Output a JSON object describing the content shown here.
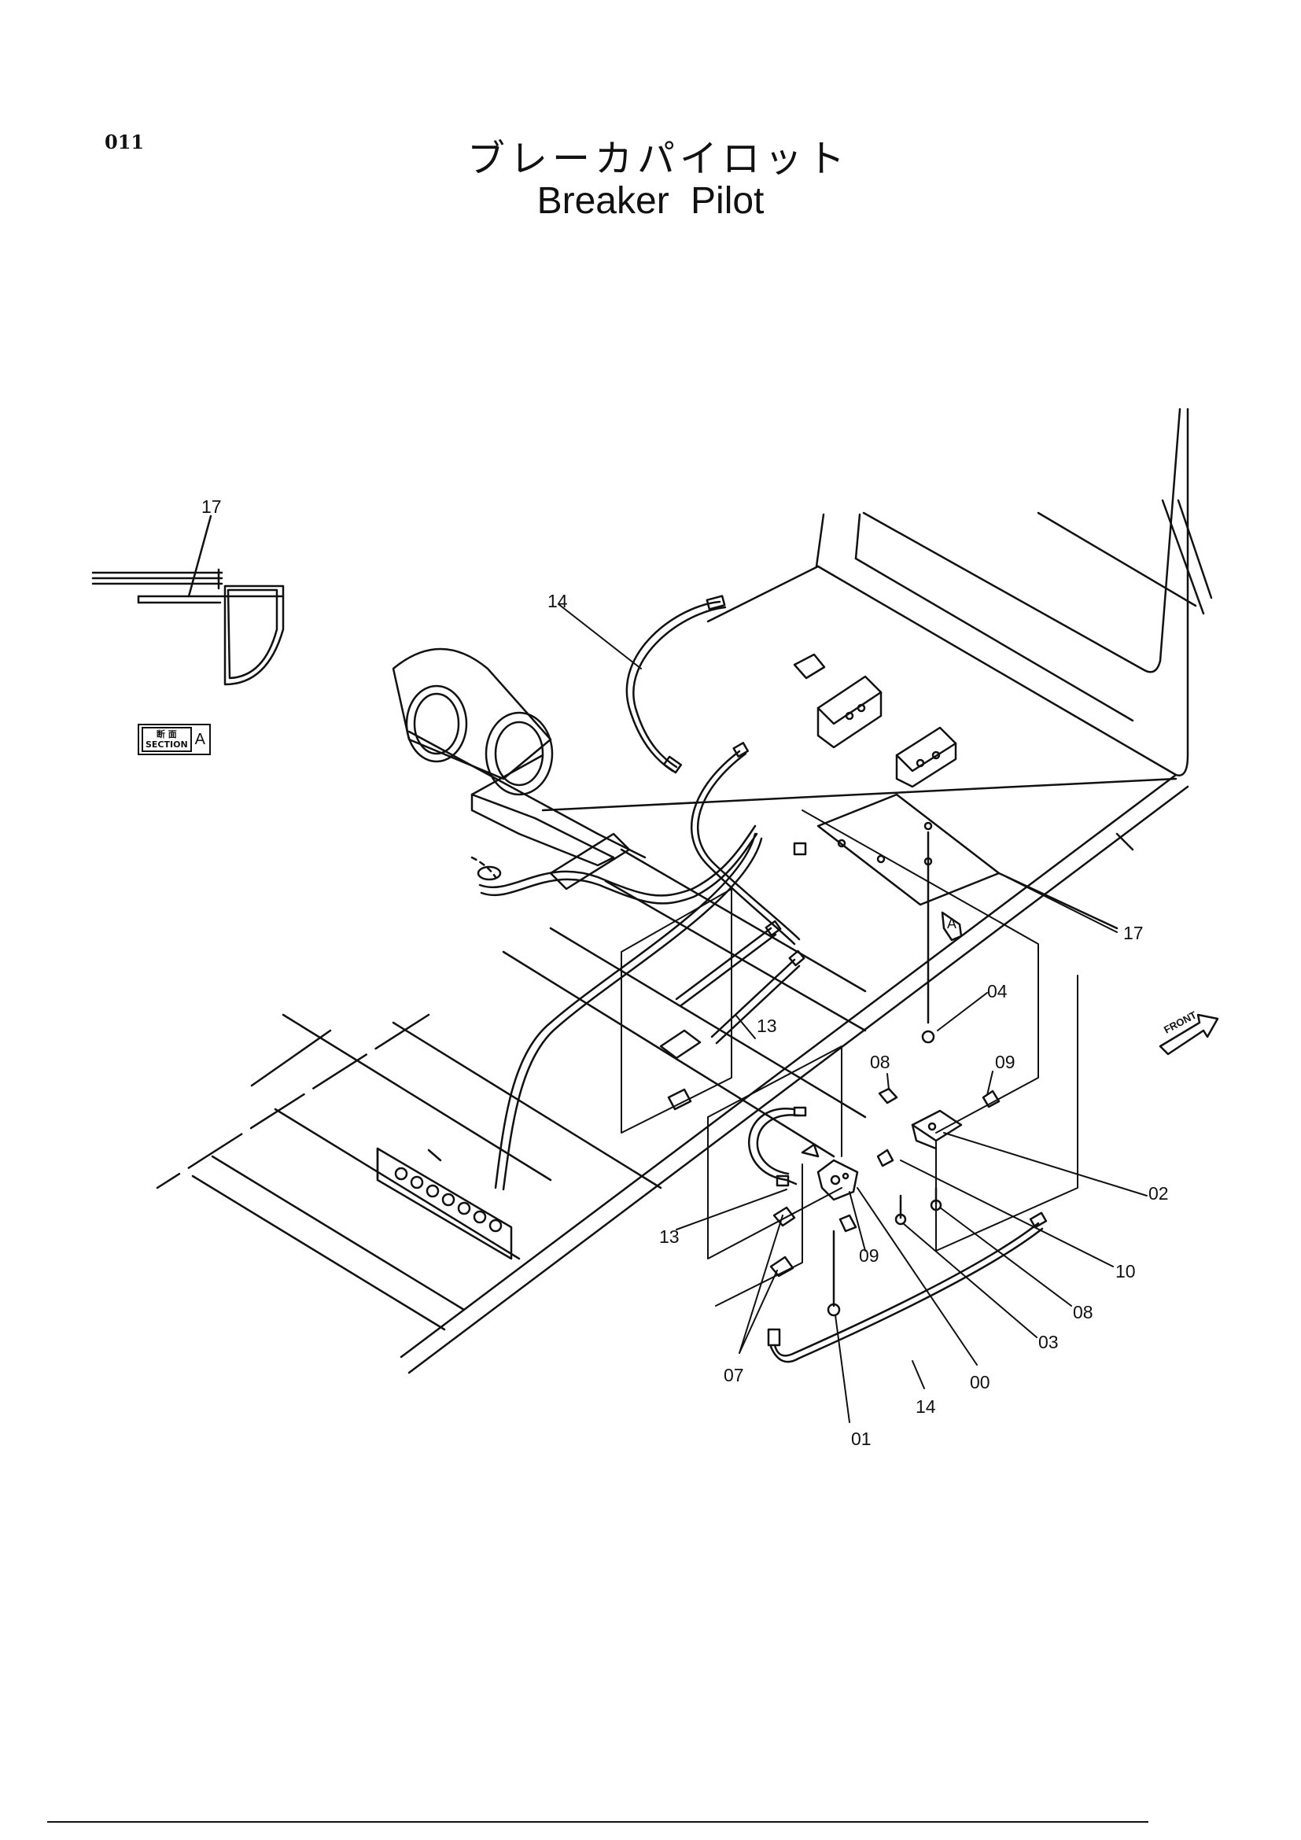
{
  "page_number": "011",
  "title_jp": "ブレーカパイロット",
  "title_en": "Breaker  Pilot",
  "section_badge": {
    "kanji": "断 面",
    "word": "SECTION",
    "letter": "A"
  },
  "view_marker": "A",
  "front_label": "FRONT",
  "callouts": {
    "c17_top": "17",
    "c14_top": "14",
    "c17_right": "17",
    "c04": "04",
    "c13_mid": "13",
    "c08_top": "08",
    "c09_top": "09",
    "c02": "02",
    "c13_left": "13",
    "c10": "10",
    "c09_low": "09",
    "c08_low": "08",
    "c03": "03",
    "c07": "07",
    "c00": "00",
    "c14_bottom": "14",
    "c01": "01"
  }
}
